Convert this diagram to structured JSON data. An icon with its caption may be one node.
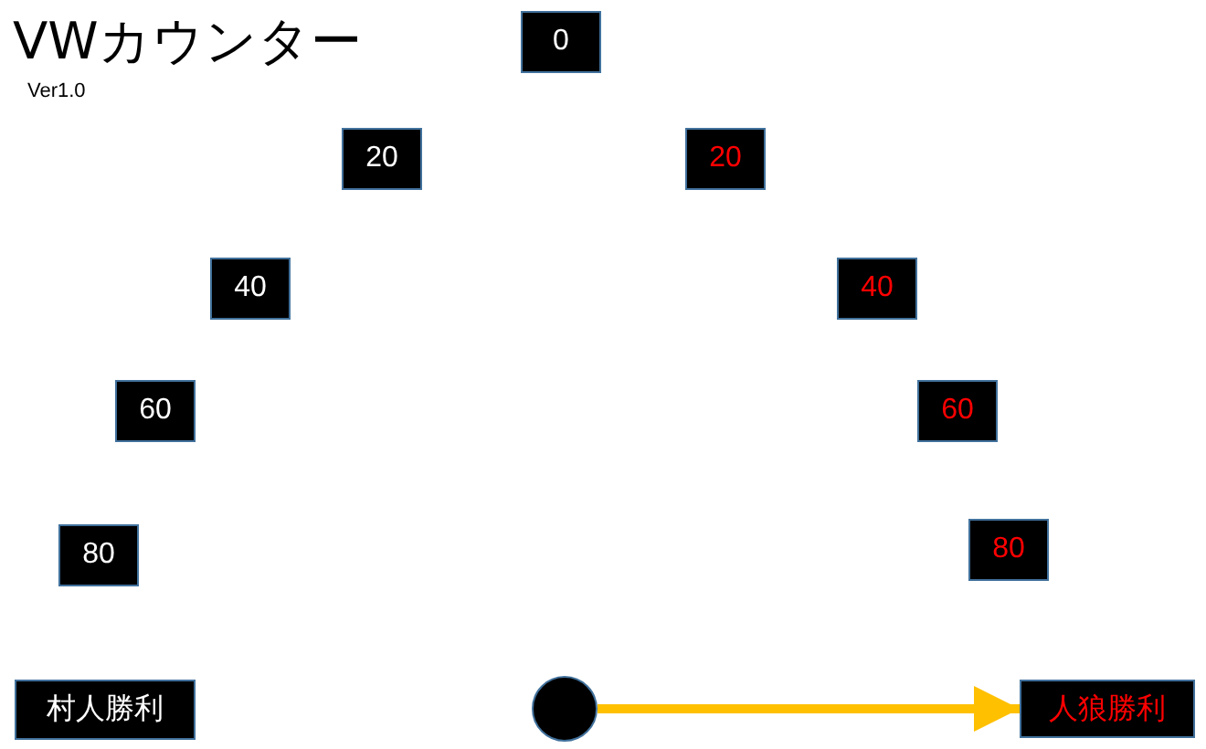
{
  "diagram": {
    "title": "VWカウンター",
    "nodes": [
      {
        "text": [
          "0"
        ]
      },
      {
        "text": [
          "20"
        ]
      },
      {
        "text": [
          "20"
        ]
      },
      {
        "text": [
          "40"
        ]
      },
      {
        "text": [
          "40"
        ]
      },
      {
        "text": [
          "60"
        ]
      },
      {
        "text": [
          "60"
        ]
      },
      {
        "text": [
          "80"
        ]
      },
      {
        "text": [
          "80"
        ]
      },
      {
        "text": [
          "村人勝利"
        ]
      },
      {
        "text": [],
        "shape": "circle"
      },
      {
        "text": [
          "人狼勝利"
        ]
      }
    ],
    "edges": [
      {
        "from": 10,
        "to": 11,
        "arrow": "to",
        "color": "#ffc000"
      }
    ],
    "labels": [
      "Ver1.0"
    ]
  }
}
